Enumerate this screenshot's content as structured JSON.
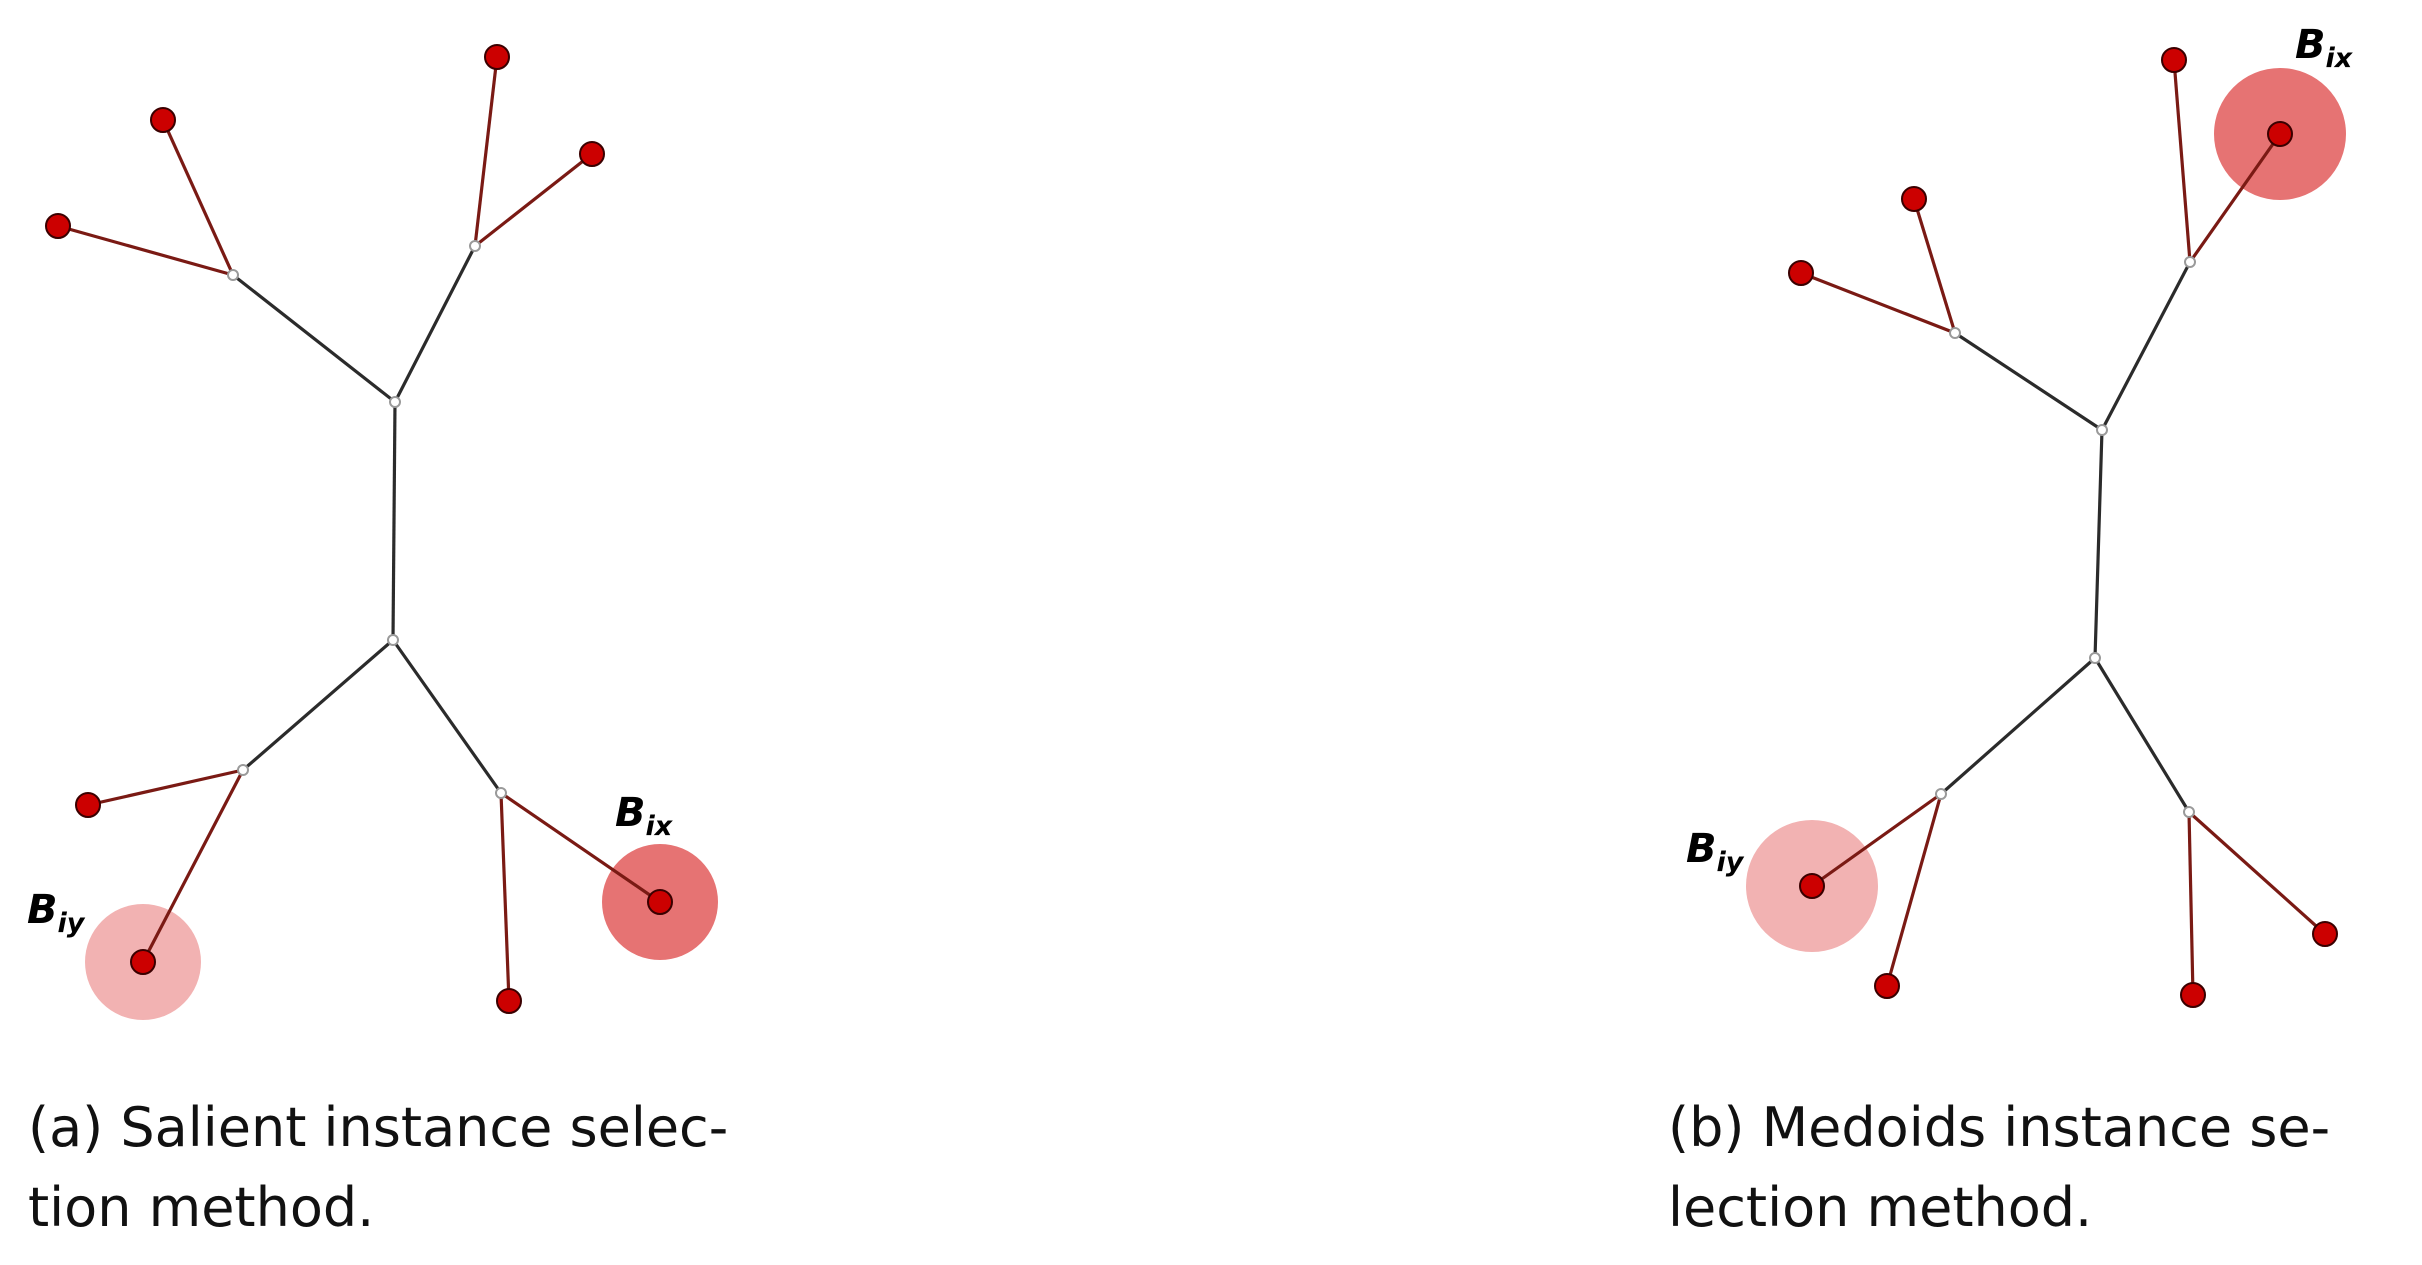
{
  "colors": {
    "leaf_fill": "#cc0000",
    "inner_edge": "#2b2b2b",
    "leaf_edge": "#7a1a14",
    "junction_fill": "#ffffff",
    "highlight_strong": "#e67373",
    "highlight_light": "#f2b2b2"
  },
  "panels": [
    {
      "caption_lines": [
        "(a) Salient instance selec-",
        "tion method."
      ],
      "labels": [
        {
          "id": "bix",
          "base": "B",
          "sub": "ix"
        },
        {
          "id": "biy",
          "base": "B",
          "sub": "iy"
        }
      ]
    },
    {
      "caption_lines": [
        "(b) Medoids instance se-",
        "lection method."
      ],
      "labels": [
        {
          "id": "bix",
          "base": "B",
          "sub": "ix"
        },
        {
          "id": "biy",
          "base": "B",
          "sub": "iy"
        }
      ]
    }
  ]
}
